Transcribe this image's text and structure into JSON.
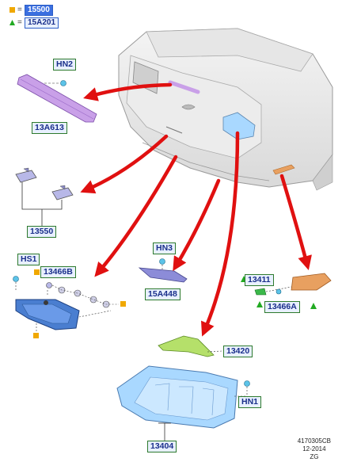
{
  "legend": {
    "items": [
      {
        "symbol": "square",
        "color": "#f0a800",
        "code": "15500"
      },
      {
        "symbol": "triangle",
        "color": "#22aa22",
        "code": "15A201"
      }
    ]
  },
  "callouts": {
    "hn2": "HN2",
    "p13a613": "13A613",
    "p13550": "13550",
    "hs1": "HS1",
    "p13466b": "13466B",
    "hn3": "HN3",
    "p15a448": "15A448",
    "p13411": "13411",
    "p13466a": "13466A",
    "p13420": "13420",
    "hn1": "HN1",
    "p13404": "13404"
  },
  "doc": {
    "id": "4170305CB",
    "date": "12-2014",
    "code": "ZG"
  },
  "colors": {
    "arrow": "#e01010",
    "callout_border": "#2d7a2d",
    "callout_fill": "#e8f0ff",
    "callout_text": "#1a2f8a",
    "lamp_blue": "#a9d8ff",
    "light_bar": "#c9a0e8",
    "marker_orange": "#e8a060",
    "bezel_green": "#b5e06a"
  }
}
